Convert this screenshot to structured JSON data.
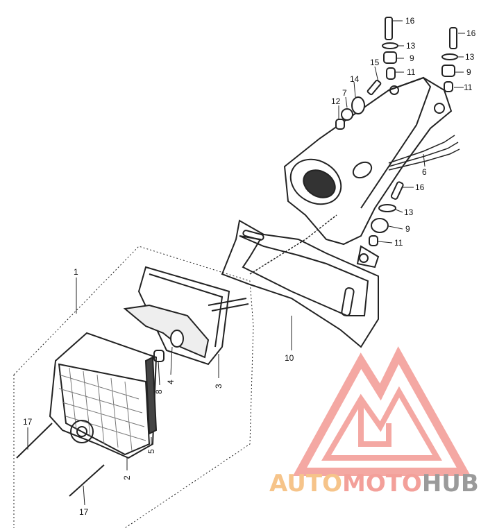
{
  "diagram": {
    "part_labels": [
      {
        "id": "p16a",
        "text": "16"
      },
      {
        "id": "p13a",
        "text": "13"
      },
      {
        "id": "p9a",
        "text": "9"
      },
      {
        "id": "p11a",
        "text": "11"
      },
      {
        "id": "p16b",
        "text": "16"
      },
      {
        "id": "p13b",
        "text": "13"
      },
      {
        "id": "p9b",
        "text": "9"
      },
      {
        "id": "p11b",
        "text": "11"
      },
      {
        "id": "p15",
        "text": "15"
      },
      {
        "id": "p14",
        "text": "14"
      },
      {
        "id": "p7",
        "text": "7"
      },
      {
        "id": "p12",
        "text": "12"
      },
      {
        "id": "p6",
        "text": "6"
      },
      {
        "id": "p16c",
        "text": "16"
      },
      {
        "id": "p13c",
        "text": "13"
      },
      {
        "id": "p9c",
        "text": "9"
      },
      {
        "id": "p11c",
        "text": "11"
      },
      {
        "id": "p1",
        "text": "1"
      },
      {
        "id": "p10",
        "text": "10"
      },
      {
        "id": "p3",
        "text": "3"
      },
      {
        "id": "p4",
        "text": "4"
      },
      {
        "id": "p8",
        "text": "8"
      },
      {
        "id": "p5",
        "text": "5"
      },
      {
        "id": "p2",
        "text": "2"
      },
      {
        "id": "p17a",
        "text": "17"
      },
      {
        "id": "p17b",
        "text": "17"
      }
    ]
  },
  "watermark": {
    "part1": "AUTO",
    "part2": "MOTO",
    "part3": "HUB",
    "colors": {
      "auto": "#f6c48a",
      "moto": "#f3a09a",
      "hub": "#9a9a9a",
      "logo": "#f08a85"
    }
  }
}
